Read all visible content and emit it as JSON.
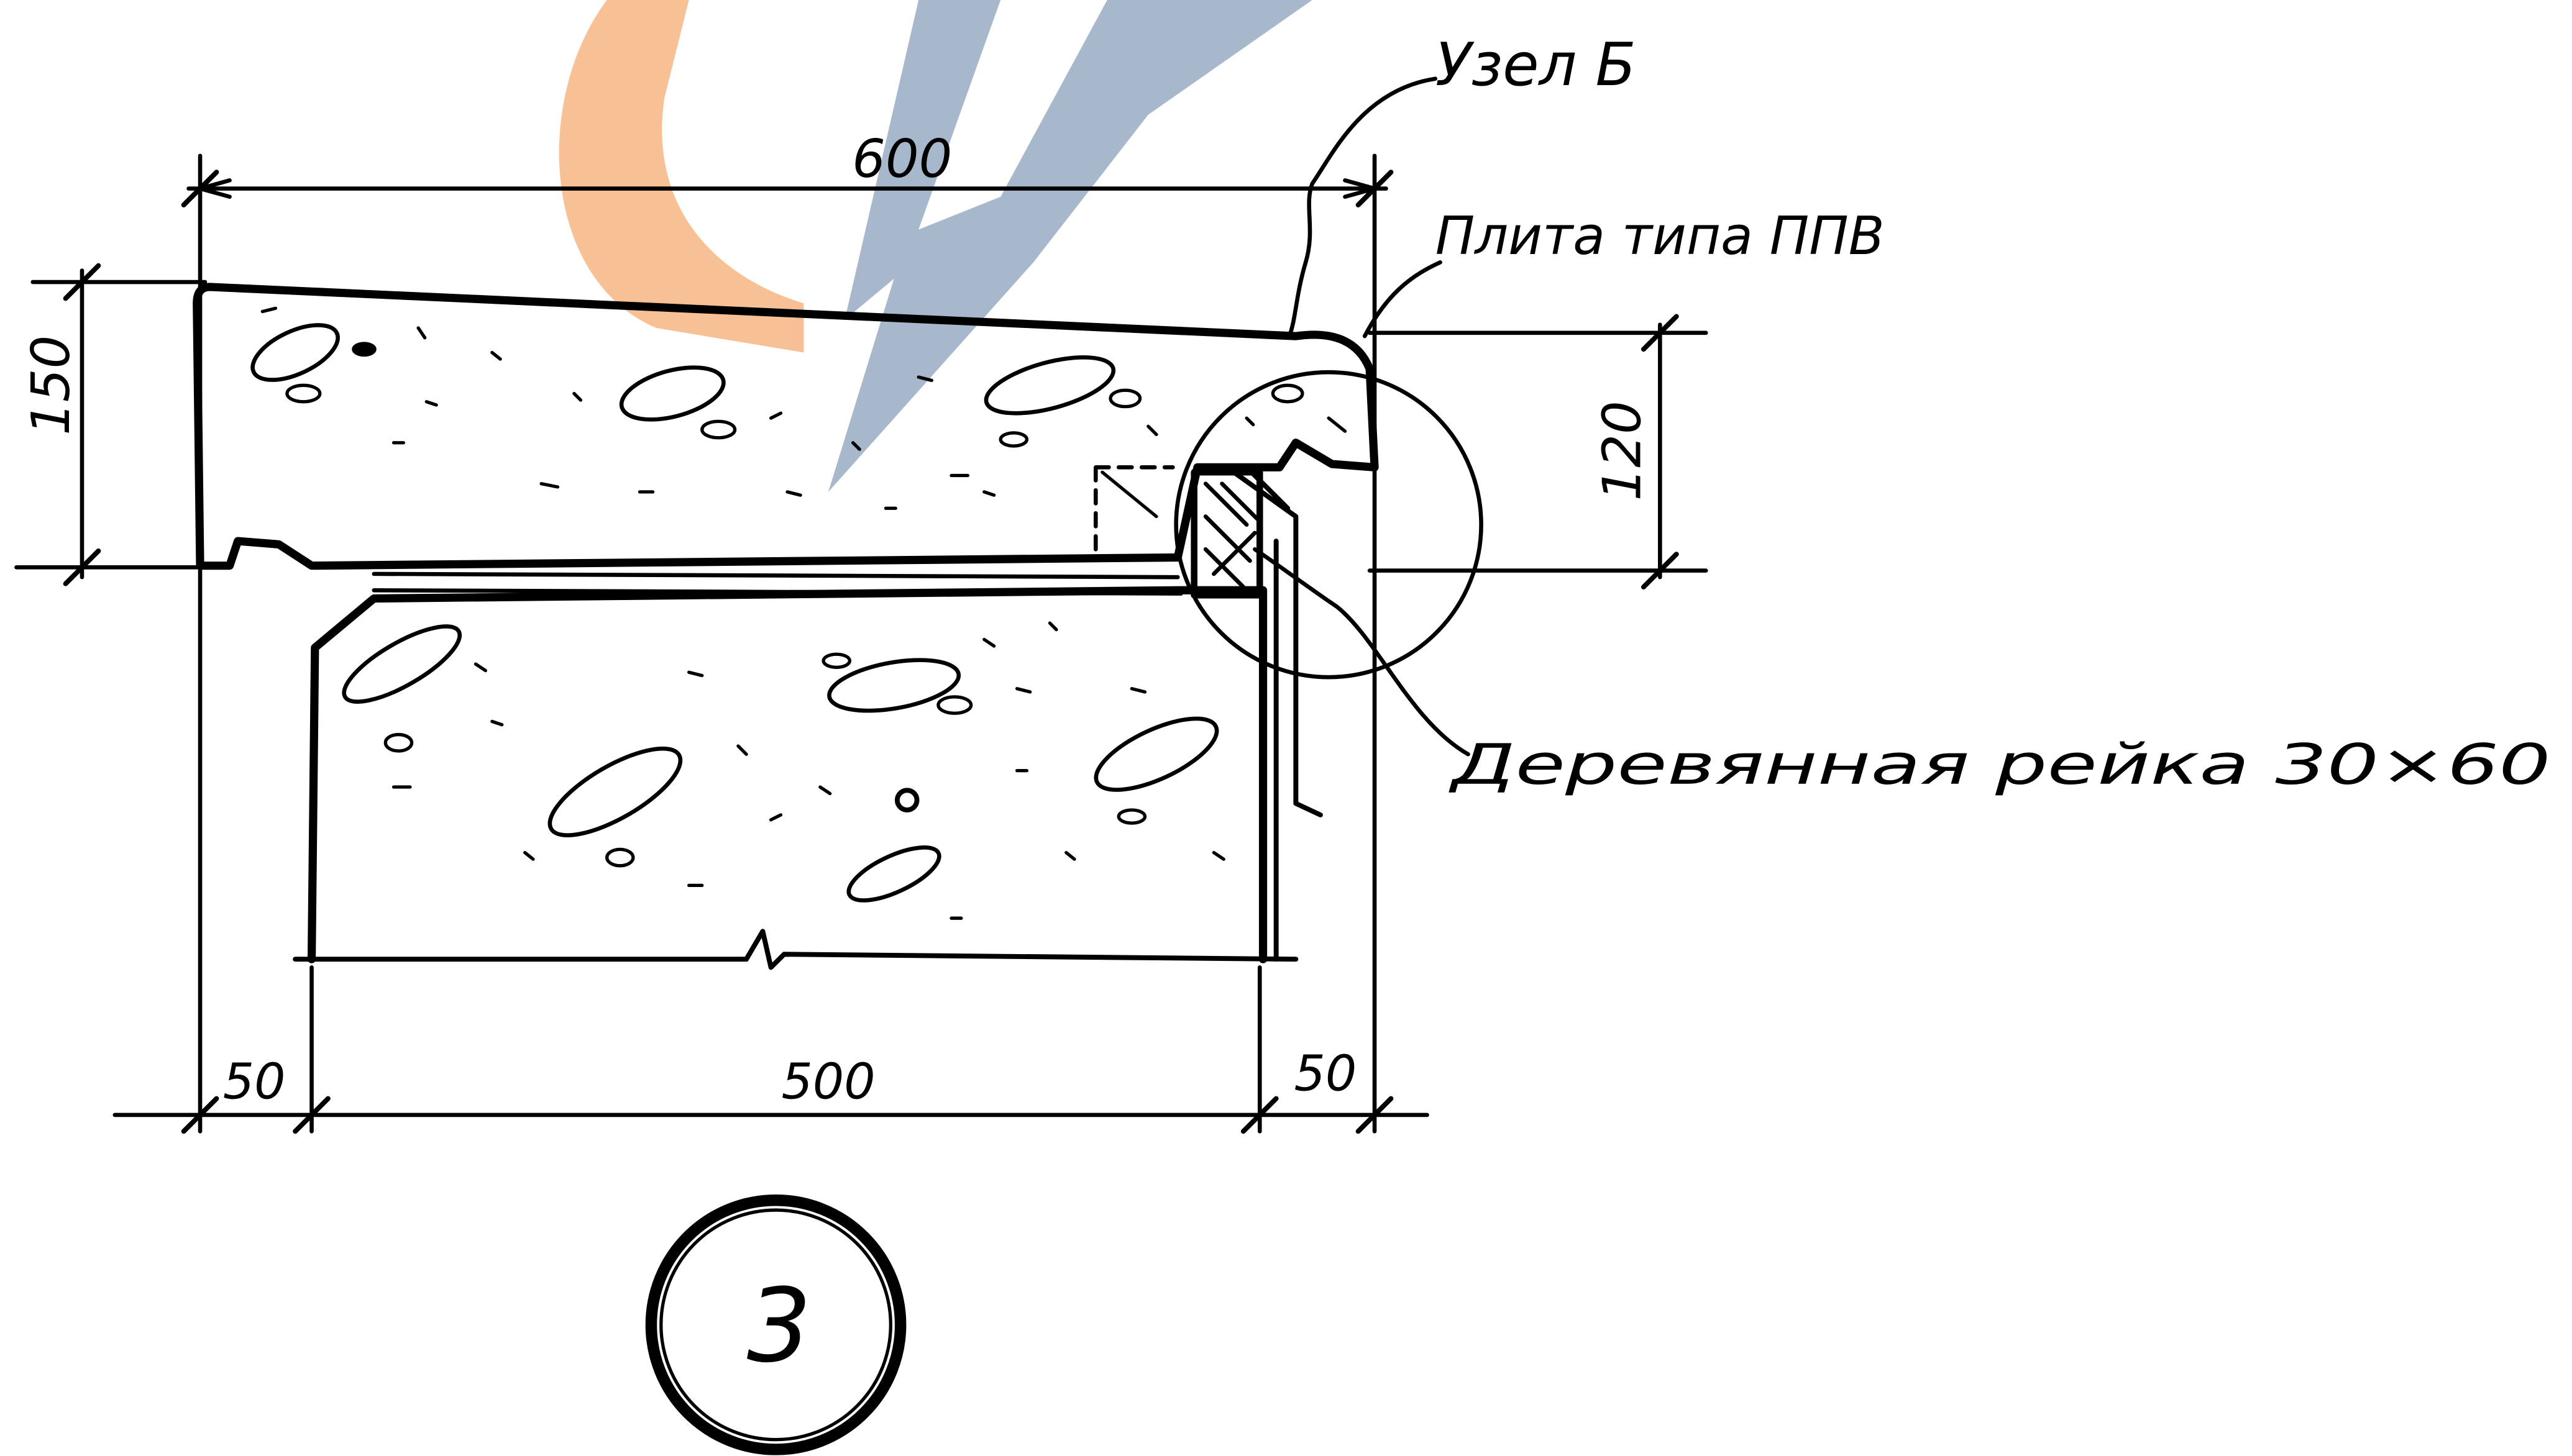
{
  "colors": {
    "ink": "#000000",
    "paper": "#ffffff",
    "watermark_orange": "#f7b98a",
    "watermark_blue": "#9fb0c6"
  },
  "watermark": {
    "icon": "logo-watermark-icon"
  },
  "labels": {
    "node": "Узел Б",
    "slab_type": "Плита типа ППВ",
    "wood_strip": "Деревянная рейка 30×60"
  },
  "dimensions": {
    "top_width": "600",
    "left_height": "150",
    "right_height": "120",
    "bottom_left": "50",
    "bottom_middle": "500",
    "bottom_right": "50"
  },
  "sheet": {
    "number": "3"
  }
}
